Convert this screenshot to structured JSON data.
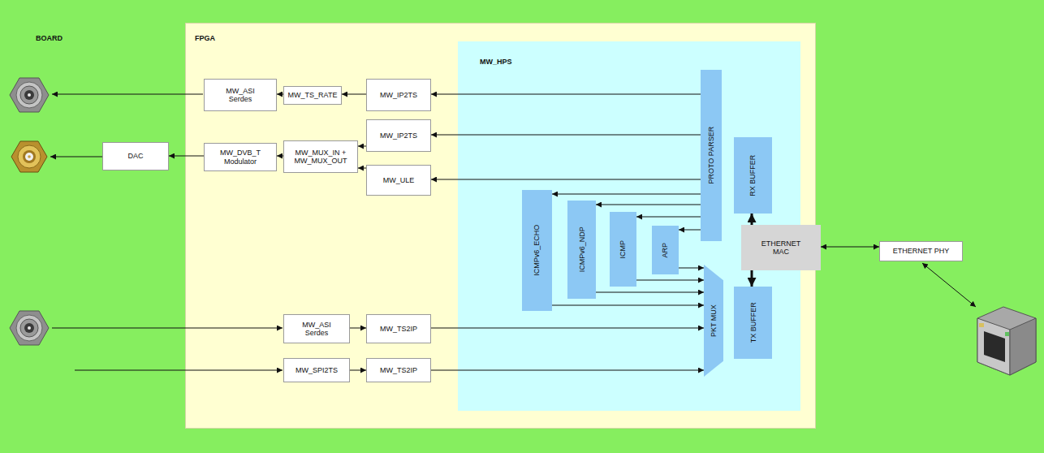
{
  "diagram": {
    "nodes": [
      {
        "text": [
          "BOARD"
        ]
      },
      {
        "text": [
          "FPGA"
        ],
        "in": 0
      },
      {
        "text": [
          "MW_HPS"
        ],
        "in": 1
      },
      {
        "text": [
          "MW_ASI Serdes"
        ],
        "in": 1
      },
      {
        "text": [
          "MW_TS_RATE"
        ],
        "in": 1
      },
      {
        "text": [
          "MW_IP2TS"
        ],
        "in": 1
      },
      {
        "text": [
          "PROTO PARSER"
        ],
        "in": 2
      },
      {
        "text": [
          "MW_IP2TS"
        ],
        "in": 1
      },
      {
        "text": [
          "DAC"
        ],
        "in": 0
      },
      {
        "text": [
          "MW_DVB_T Modulator"
        ],
        "in": 1
      },
      {
        "text": [
          "MW_MUX_IN + MW_MUX_OUT"
        ],
        "in": 1
      },
      {
        "text": [
          "MW_ULE"
        ],
        "in": 1
      },
      {
        "text": [
          "RX BUFFER"
        ],
        "in": 2
      },
      {
        "text": [
          "ICMPv6_ECHO"
        ],
        "in": 2
      },
      {
        "text": [
          "ICMPv6_NDP"
        ],
        "in": 2
      },
      {
        "text": [
          "ICMP"
        ],
        "in": 2
      },
      {
        "text": [
          "ARP"
        ],
        "in": 2
      },
      {
        "text": [
          "ETHERNET MAC"
        ],
        "in": 1
      },
      {
        "text": [
          "ETHERNET PHY"
        ],
        "in": 0
      },
      {
        "text": [
          "PKT MUX"
        ],
        "in": 2
      },
      {
        "text": [
          "TX BUFFER"
        ],
        "in": 2
      },
      {
        "text": [
          "MW_ASI Serdes"
        ],
        "in": 1
      },
      {
        "text": [
          "MW_TS2IP"
        ],
        "in": 1
      },
      {
        "text": [
          "MW_SPI2TS"
        ],
        "in": 1
      },
      {
        "text": [
          "MW_TS2IP"
        ],
        "in": 1
      }
    ],
    "edges": [
      {
        "from": 6,
        "to": 5,
        "arrow": "to"
      },
      {
        "from": 5,
        "to": 4,
        "arrow": "to"
      },
      {
        "from": 4,
        "to": 3,
        "arrow": "to"
      },
      {
        "from": 6,
        "to": 7,
        "arrow": "to"
      },
      {
        "from": 7,
        "to": 10,
        "arrow": "to"
      },
      {
        "from": 11,
        "to": 10,
        "arrow": "to"
      },
      {
        "from": 6,
        "to": 11,
        "arrow": "to"
      },
      {
        "from": 10,
        "to": 9,
        "arrow": "to"
      },
      {
        "from": 9,
        "to": 8,
        "arrow": "to"
      },
      {
        "from": 6,
        "to": 13,
        "arrow": "to"
      },
      {
        "from": 6,
        "to": 14,
        "arrow": "to"
      },
      {
        "from": 6,
        "to": 15,
        "arrow": "to"
      },
      {
        "from": 6,
        "to": 16,
        "arrow": "to"
      },
      {
        "from": 17,
        "to": 12,
        "arrow": "to"
      },
      {
        "from": 17,
        "to": 20,
        "arrow": "to"
      },
      {
        "from": 17,
        "to": 18,
        "arrow": "both"
      },
      {
        "from": 16,
        "to": 19,
        "arrow": "to"
      },
      {
        "from": 15,
        "to": 19,
        "arrow": "to"
      },
      {
        "from": 14,
        "to": 19,
        "arrow": "to"
      },
      {
        "from": 13,
        "to": 19,
        "arrow": "to"
      },
      {
        "from": 21,
        "to": 22,
        "arrow": "to"
      },
      {
        "from": 22,
        "to": 19,
        "arrow": "to"
      },
      {
        "from": 23,
        "to": 24,
        "arrow": "to"
      },
      {
        "from": 24,
        "to": 19,
        "arrow": "to"
      }
    ]
  }
}
